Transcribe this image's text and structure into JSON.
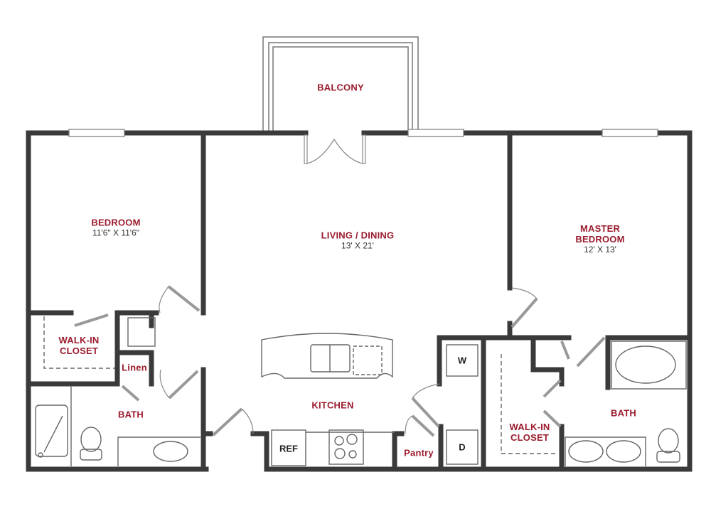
{
  "plan": {
    "colors": {
      "wall": "#3a3a3a",
      "label": "#9b1b2e",
      "dimension": "#333333",
      "fixture": "#666666",
      "background": "#ffffff"
    },
    "rooms": [
      {
        "id": "balcony",
        "name": "BALCONY",
        "dimensions": ""
      },
      {
        "id": "bedroom",
        "name": "BEDROOM",
        "dimensions": "11'6\" X 11'6\""
      },
      {
        "id": "living",
        "name": "LIVING / DINING",
        "dimensions": "13' X 21'"
      },
      {
        "id": "master",
        "name_line1": "MASTER",
        "name_line2": "BEDROOM",
        "dimensions": "12' X 13'"
      },
      {
        "id": "closet1",
        "name_line1": "WALK-IN",
        "name_line2": "CLOSET"
      },
      {
        "id": "linen",
        "name": "Linen"
      },
      {
        "id": "bath1",
        "name": "BATH"
      },
      {
        "id": "kitchen",
        "name": "KITCHEN"
      },
      {
        "id": "pantry",
        "name": "Pantry"
      },
      {
        "id": "closet2",
        "name_line1": "WALK-IN",
        "name_line2": "CLOSET"
      },
      {
        "id": "bath2",
        "name": "BATH"
      }
    ],
    "appliances": {
      "refrigerator": "REF",
      "washer": "W",
      "dryer": "D"
    }
  }
}
